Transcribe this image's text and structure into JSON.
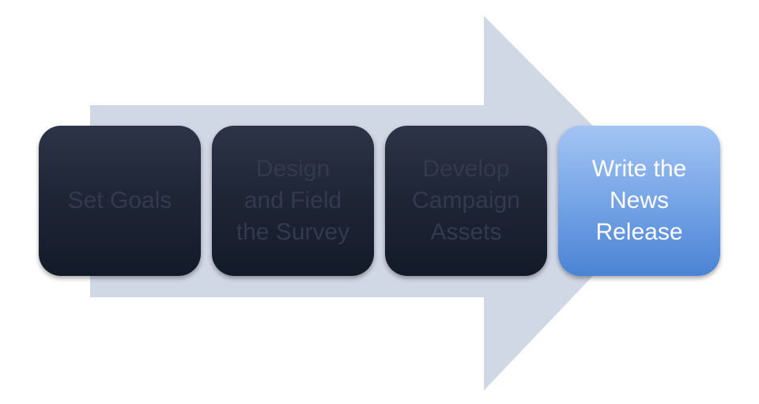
{
  "diagram": {
    "type": "process-arrow",
    "arrow_color": "#d0d7e5",
    "dark_box_color": "#1c2333",
    "active_box_color": "#6f9fe4",
    "steps": [
      {
        "label": "Set Goals",
        "state": "inactive"
      },
      {
        "label": "Design\nand Field\nthe Survey",
        "state": "inactive"
      },
      {
        "label": "Develop\nCampaign\nAssets",
        "state": "inactive"
      },
      {
        "label": "Write the\nNews\nRelease",
        "state": "active"
      }
    ]
  }
}
